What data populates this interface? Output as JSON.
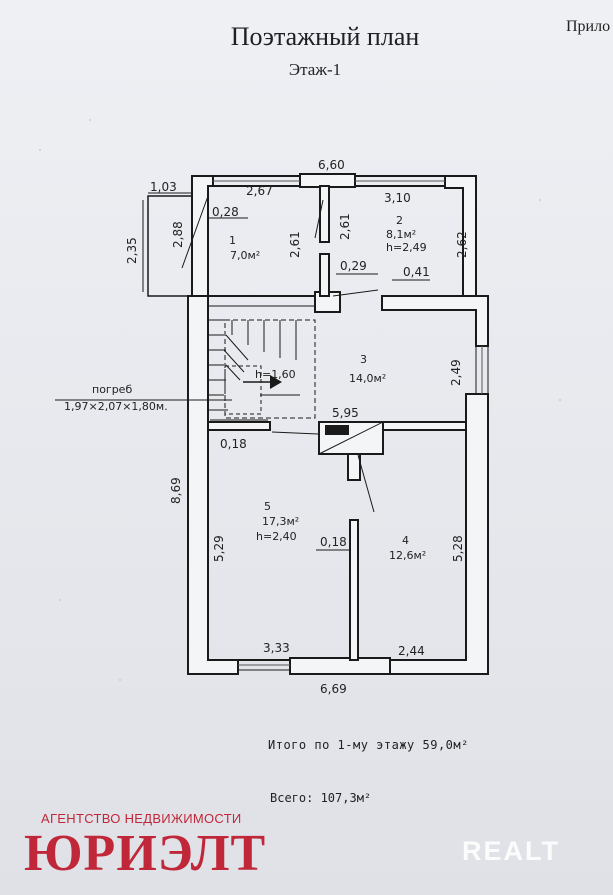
{
  "header": {
    "title": "Поэтажный план",
    "floor": "Этаж-1",
    "corner_note": "Прило"
  },
  "dimensions": {
    "top_width": "6,60",
    "left_ext": "1,03",
    "left_height": "2,35",
    "room1_top": "2,67",
    "room2_top": "3,10",
    "room1_side": "2,88",
    "wall_028": "0,28",
    "partition_1": "2,61",
    "partition_2": "2,61",
    "right_262": "2,62",
    "wall_029": "0,29",
    "wall_041": "0,41",
    "right_249": "2,49",
    "mid_595": "5,95",
    "wall_018a": "0,18",
    "left_869": "8,69",
    "left_529": "5,29",
    "wall_018b": "0,18",
    "right_528": "5,28",
    "bottom_333": "3,33",
    "bottom_244": "2,44",
    "bottom_width": "6,69"
  },
  "rooms": [
    {
      "num": "1",
      "area": "7,0м²",
      "height": ""
    },
    {
      "num": "2",
      "area": "8,1м²",
      "height": "h=2,49"
    },
    {
      "num": "3",
      "area": "14,0м²",
      "height": ""
    },
    {
      "num": "4",
      "area": "12,6м²",
      "height": ""
    },
    {
      "num": "5",
      "area": "17,3м²",
      "height": "h=2,40"
    }
  ],
  "stairs_height": "h=1,60",
  "cellar": {
    "label": "погреб",
    "size": "1,97×2,07×1,80м."
  },
  "totals": {
    "floor_total": "Итого по 1-му этажу 59,0м²",
    "grand_total": "Всего: 107,3м²"
  },
  "watermarks": {
    "agency_top": "АГЕНТСТВО НЕДВИЖИМОСТИ",
    "agency_main": "ЮРИЭЛТ",
    "realt": "REALT"
  }
}
